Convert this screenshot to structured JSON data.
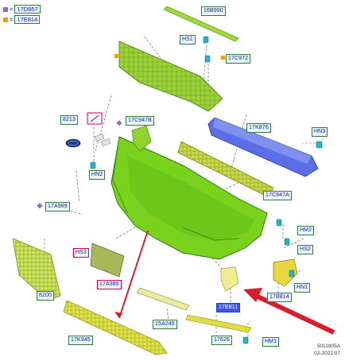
{
  "legend": [
    {
      "code": "17D957",
      "color": "#8a6ad8"
    },
    {
      "code": "17E814",
      "color": "#f0a000"
    }
  ],
  "labels": {
    "16B990": "16B990",
    "HS1": "HS1",
    "17C972": "17C972",
    "17C947B": "17C947B",
    "17K876": "17K876",
    "HN3": "HN3",
    "8213": "8213",
    "HN2": "HN2",
    "17C947A": "17C947A",
    "17A989": "17A989",
    "HM2": "HM2",
    "HS3": "HS3",
    "HS2": "HS2",
    "17A385": "17A385",
    "HN1": "HN1",
    "8200": "8200",
    "17B814": "17B814",
    "17E811": "17E811",
    "15A245": "15A245",
    "17K945": "17K945",
    "17626": "17626",
    "HM1": "HM1"
  },
  "footer": {
    "code": "5011905A",
    "date": "02-2022 07"
  },
  "colors": {
    "bumper": "#7ad21e",
    "bumper_dark": "#3f9a12",
    "reinforcement": "#5a6ee6",
    "absorber": "#b6cf3c",
    "grille": "#c8e85a",
    "yellow_part": "#e6e84a",
    "clip": "#27b3c0",
    "arrow": "#d81e2a"
  },
  "icons": [
    "ford-oval-icon",
    "pen-icon",
    "clip-icon",
    "arrow-icon"
  ]
}
